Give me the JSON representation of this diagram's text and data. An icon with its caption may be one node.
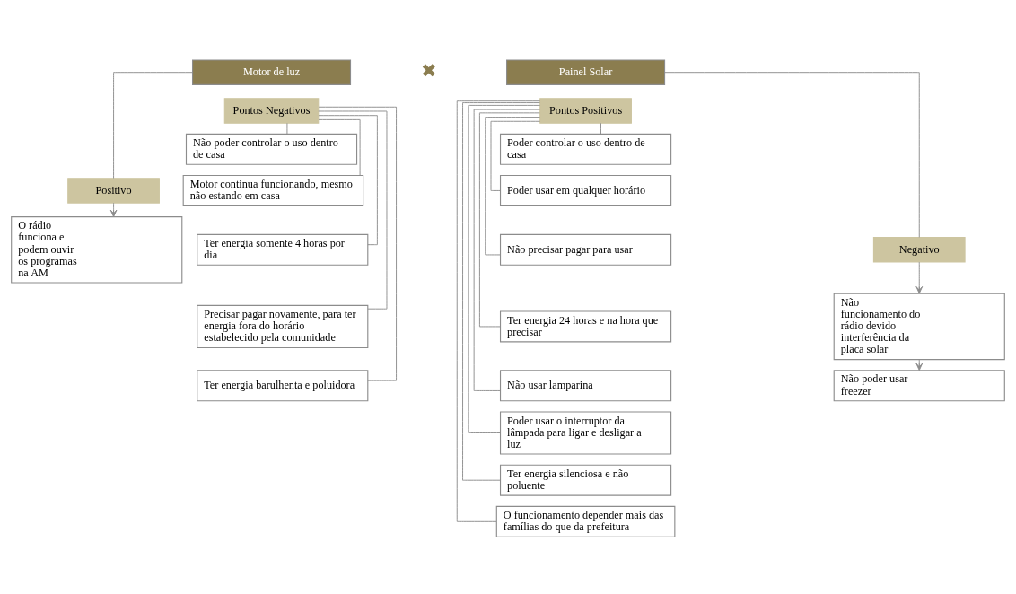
{
  "diagram": {
    "nodes": [
      {
        "text": [
          "Motor de luz"
        ]
      },
      {
        "text": [
          "Painel Solar"
        ]
      },
      {
        "text": [
          "Positivo"
        ]
      },
      {
        "text": [
          "O rádio funciona e podem ouvir os programas na AM"
        ]
      },
      {
        "text": [
          "Pontos Negativos"
        ]
      },
      {
        "text": [
          "Não poder controlar o uso dentro de casa"
        ]
      },
      {
        "text": [
          "Motor continua funcionando, mesmo não estando em casa"
        ]
      },
      {
        "text": [
          "Ter energia somente 4 horas por dia"
        ]
      },
      {
        "text": [
          "Precisar pagar novamente, para ter energia fora do horário estabelecido pela comunidade"
        ]
      },
      {
        "text": [
          "Ter energia barulhenta e poluidora"
        ]
      },
      {
        "text": [
          "Pontos Positivos"
        ]
      },
      {
        "text": [
          "Poder controlar o uso dentro de casa"
        ]
      },
      {
        "text": [
          "Poder usar em qualquer horário"
        ]
      },
      {
        "text": [
          "Não precisar pagar para usar"
        ]
      },
      {
        "text": [
          "Ter energia 24 horas e na hora que precisar"
        ]
      },
      {
        "text": [
          "Não usar lamparina"
        ]
      },
      {
        "text": [
          "Poder usar o interruptor da lâmpada para ligar e desligar a luz"
        ]
      },
      {
        "text": [
          "Ter energia silenciosa e não poluente"
        ]
      },
      {
        "text": [
          "O funcionamento depender mais das famílias do que da prefeitura"
        ]
      },
      {
        "text": [
          "Negativo"
        ]
      },
      {
        "text": [
          "Não funcionamento do rádio devido interferência da placa solar"
        ]
      },
      {
        "text": [
          "Não poder usar freezer"
        ]
      }
    ],
    "edges": [
      {
        "from": 0,
        "to": 2,
        "arrow": "none"
      },
      {
        "from": 2,
        "to": 3,
        "arrow": "to"
      },
      {
        "from": 4,
        "to": 5,
        "arrow": "none"
      },
      {
        "from": 4,
        "to": 6,
        "arrow": "none"
      },
      {
        "from": 4,
        "to": 7,
        "arrow": "none"
      },
      {
        "from": 4,
        "to": 8,
        "arrow": "none"
      },
      {
        "from": 4,
        "to": 9,
        "arrow": "none"
      },
      {
        "from": 10,
        "to": 11,
        "arrow": "none"
      },
      {
        "from": 10,
        "to": 12,
        "arrow": "none"
      },
      {
        "from": 10,
        "to": 13,
        "arrow": "none"
      },
      {
        "from": 10,
        "to": 14,
        "arrow": "none"
      },
      {
        "from": 10,
        "to": 15,
        "arrow": "none"
      },
      {
        "from": 10,
        "to": 16,
        "arrow": "none"
      },
      {
        "from": 10,
        "to": 17,
        "arrow": "none"
      },
      {
        "from": 10,
        "to": 18,
        "arrow": "none"
      },
      {
        "from": 1,
        "to": 19,
        "arrow": "none"
      },
      {
        "from": 19,
        "to": 20,
        "arrow": "to"
      },
      {
        "from": 20,
        "to": 21,
        "arrow": "to"
      }
    ],
    "labels": [
      "✖"
    ]
  }
}
